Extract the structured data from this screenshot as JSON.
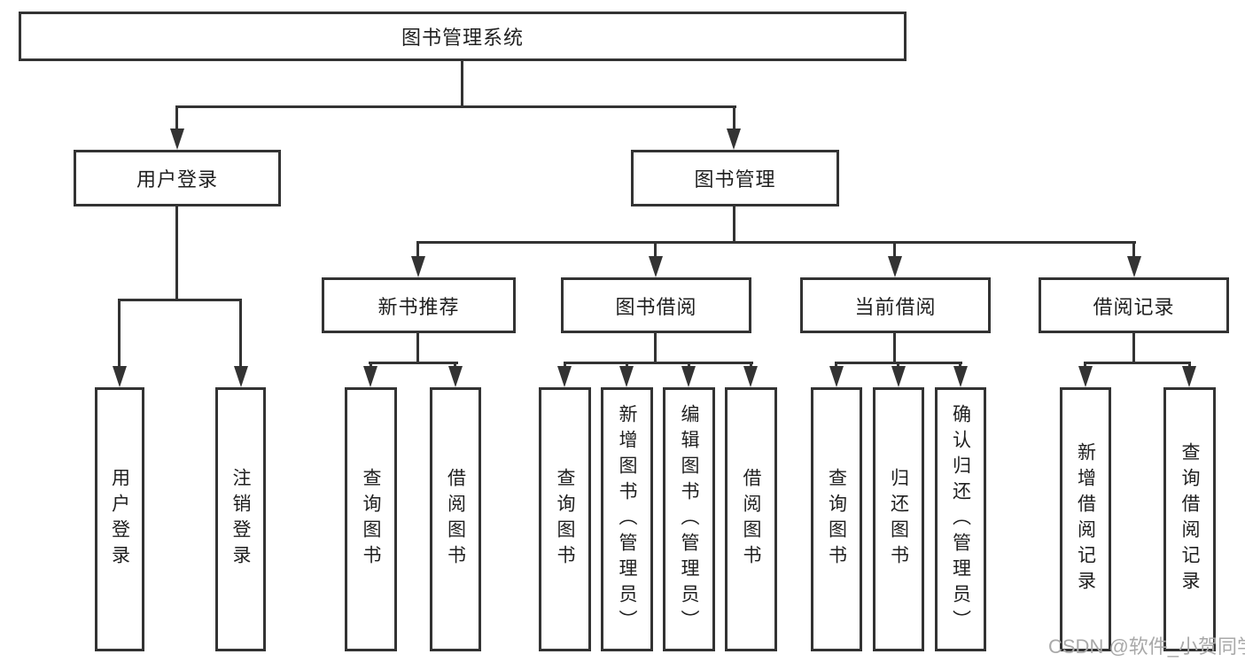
{
  "tree": {
    "label": "图书管理系统",
    "children": [
      {
        "label": "用户登录",
        "children": [
          {
            "label": "用户登录"
          },
          {
            "label": "注销登录"
          }
        ]
      },
      {
        "label": "图书管理",
        "children": [
          {
            "label": "新书推荐",
            "children": [
              {
                "label": "查询图书"
              },
              {
                "label": "借阅图书"
              }
            ]
          },
          {
            "label": "图书借阅",
            "children": [
              {
                "label": "查询图书"
              },
              {
                "label": "新增图书（管理员）"
              },
              {
                "label": "编辑图书（管理员）"
              },
              {
                "label": "借阅图书"
              }
            ]
          },
          {
            "label": "当前借阅",
            "children": [
              {
                "label": "查询图书"
              },
              {
                "label": "归还图书"
              },
              {
                "label": "确认归还（管理员）"
              }
            ]
          },
          {
            "label": "借阅记录",
            "children": [
              {
                "label": "新增借阅记录"
              },
              {
                "label": "查询借阅记录"
              }
            ]
          }
        ]
      }
    ]
  },
  "watermark": "CSDN @软件_小贺同学",
  "colors": {
    "line": "#333333",
    "text": "#1f1f1f",
    "box_background": "#ffffff",
    "page_background": "#ffffff",
    "watermark": "#a9a9a9"
  }
}
